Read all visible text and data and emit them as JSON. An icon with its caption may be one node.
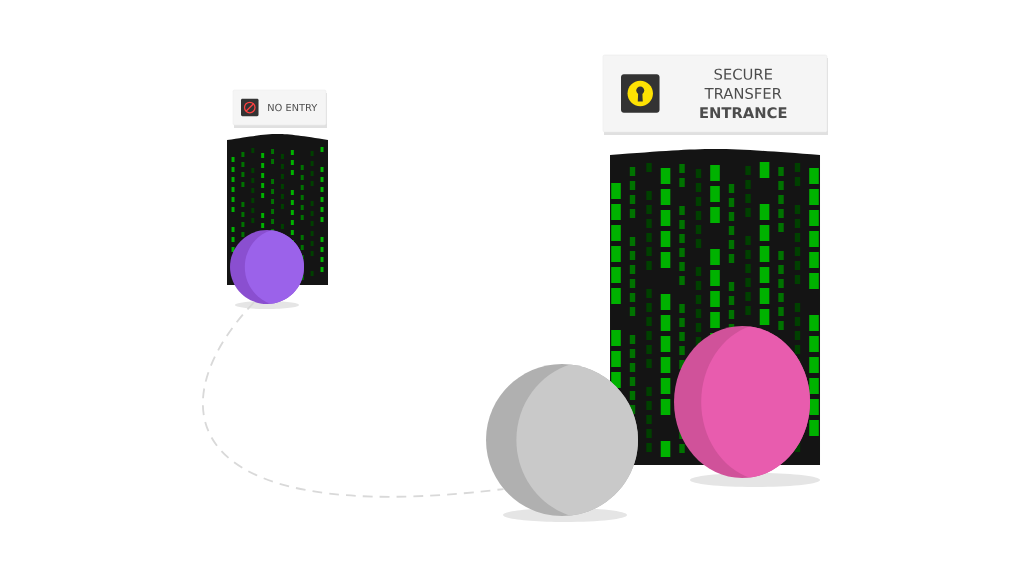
{
  "diagram": {
    "nodes": [
      {
        "text": [
          "NO ENTRY"
        ]
      },
      {
        "text": [
          "SECURE TRANSFER **ENTRANCE**"
        ]
      },
      {
        "text": [],
        "shape": "circle"
      },
      {
        "text": [],
        "shape": "circle"
      },
      {
        "text": [],
        "shape": "circle"
      }
    ],
    "edges": [
      {
        "from": 2,
        "to": 3,
        "arrow": "none",
        "style": "dashed"
      }
    ]
  }
}
